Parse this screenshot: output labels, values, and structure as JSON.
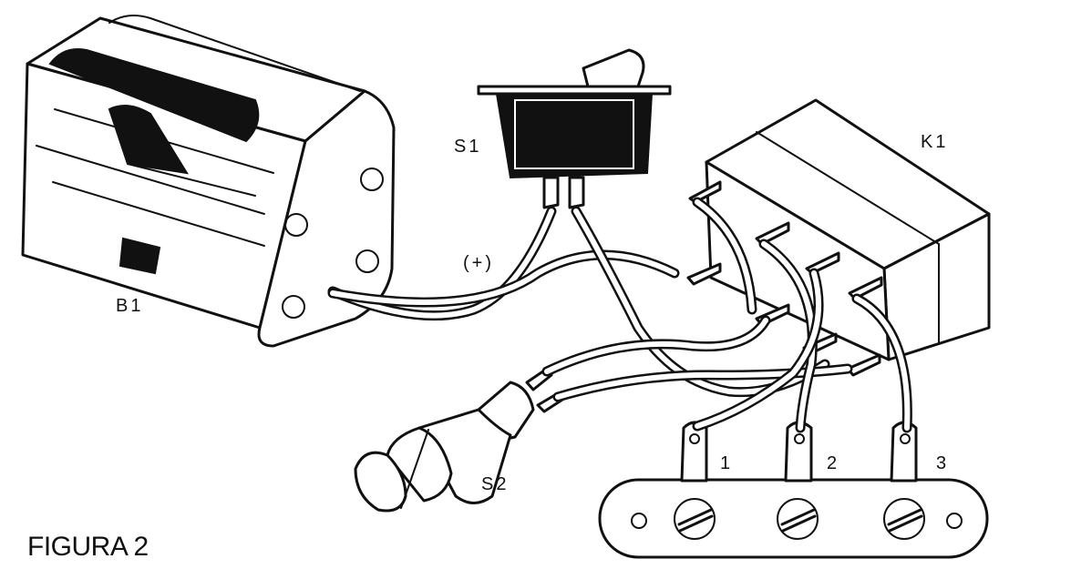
{
  "labels": {
    "battery": "B1",
    "switch": "S1",
    "relay": "K1",
    "pushbutton": "S2",
    "polarity": "(+)",
    "terminal_1": "1",
    "terminal_2": "2",
    "terminal_3": "3"
  },
  "caption": "FIGURA 2"
}
